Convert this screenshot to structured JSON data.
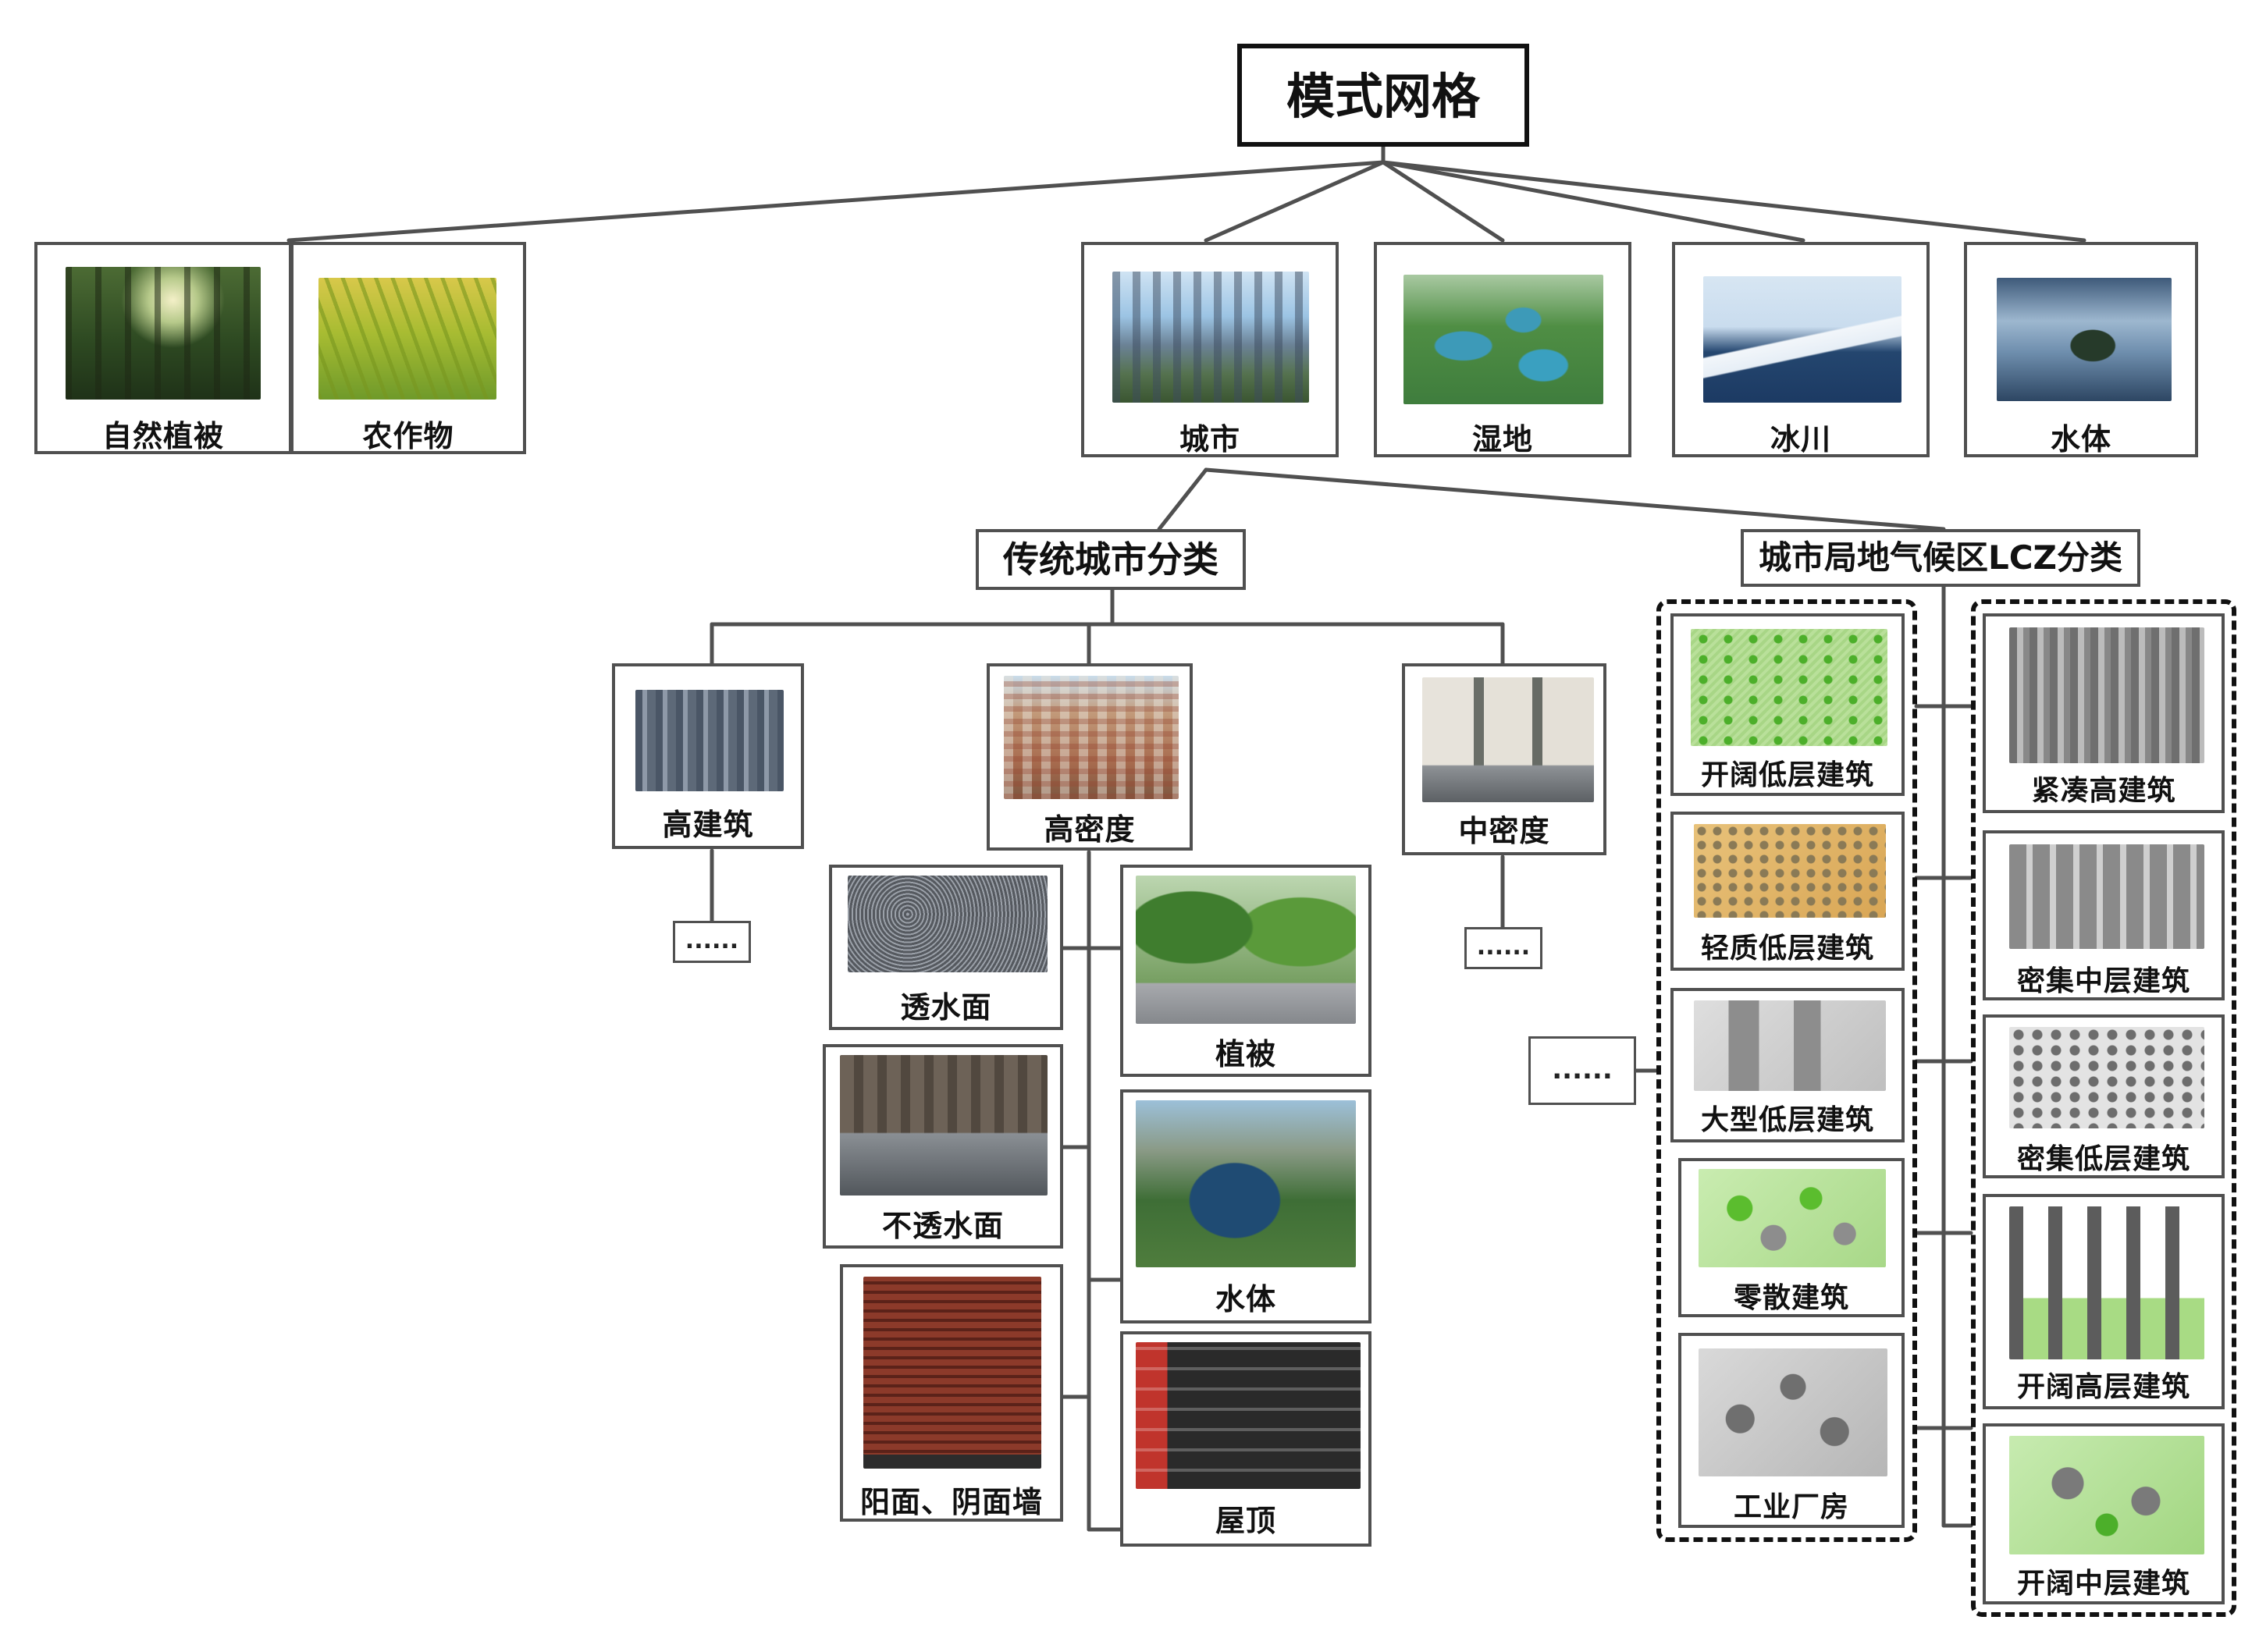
{
  "root": {
    "label": "模式网格"
  },
  "top_categories": [
    {
      "id": "natural-vegetation",
      "label": "自然植被",
      "image": "forest"
    },
    {
      "id": "crops",
      "label": "农作物",
      "image": "rice-field"
    },
    {
      "id": "city",
      "label": "城市",
      "image": "city-skyline"
    },
    {
      "id": "wetland",
      "label": "湿地",
      "image": "wetland"
    },
    {
      "id": "glacier",
      "label": "冰川",
      "image": "glacier"
    },
    {
      "id": "water-body",
      "label": "水体",
      "image": "lake"
    }
  ],
  "city_branches": {
    "traditional": {
      "label": "传统城市分类",
      "children": [
        {
          "label": "高建筑",
          "image": "skyscrapers",
          "more": "......"
        },
        {
          "label": "高密度",
          "image": "dense-city"
        },
        {
          "label": "中密度",
          "image": "suburb",
          "more": "......"
        }
      ],
      "high_density_surfaces_left": [
        {
          "label": "透水面",
          "image": "gravel"
        },
        {
          "label": "不透水面",
          "image": "wet-street"
        },
        {
          "label": "阳面、阴面墙",
          "image": "brick-building"
        }
      ],
      "high_density_surfaces_right": [
        {
          "label": "植被",
          "image": "tree-avenue"
        },
        {
          "label": "水体",
          "image": "urban-lake"
        },
        {
          "label": "屋顶",
          "image": "rooftops"
        }
      ]
    },
    "lcz": {
      "label": "城市局地气候区LCZ分类",
      "more": "......",
      "left_column": [
        {
          "label": "开阔低层建筑",
          "image": "lcz-open-lowrise"
        },
        {
          "label": "轻质低层建筑",
          "image": "lcz-lightweight-lowrise"
        },
        {
          "label": "大型低层建筑",
          "image": "lcz-large-lowrise"
        },
        {
          "label": "零散建筑",
          "image": "lcz-sparsely-built"
        },
        {
          "label": "工业厂房",
          "image": "lcz-heavy-industry"
        }
      ],
      "right_column": [
        {
          "label": "紧凑高建筑",
          "image": "lcz-compact-highrise"
        },
        {
          "label": "密集中层建筑",
          "image": "lcz-compact-midrise"
        },
        {
          "label": "密集低层建筑",
          "image": "lcz-compact-lowrise"
        },
        {
          "label": "开阔高层建筑",
          "image": "lcz-open-highrise"
        },
        {
          "label": "开阔中层建筑",
          "image": "lcz-open-midrise"
        }
      ]
    }
  },
  "colors": {
    "line": "#505050",
    "box_border": "#505050",
    "dash_border": "#111111",
    "text": "#111111"
  }
}
